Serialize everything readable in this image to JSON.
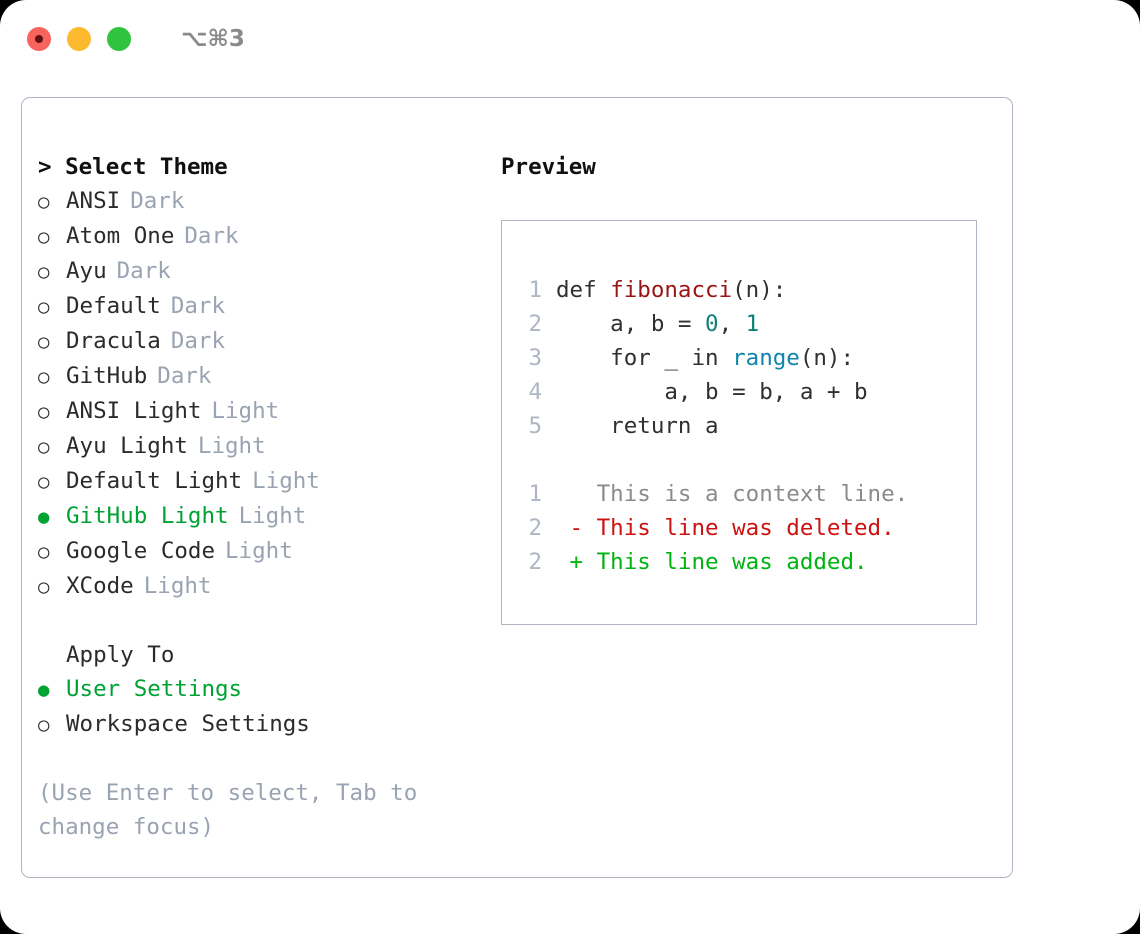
{
  "window": {
    "shortcut": "⌥⌘3",
    "traffic_lights": [
      {
        "name": "close",
        "color": "#f9635e"
      },
      {
        "name": "minimize",
        "color": "#fdb92e"
      },
      {
        "name": "zoom",
        "color": "#2ec440"
      }
    ]
  },
  "theme_picker": {
    "header": "Select Theme",
    "caret": ">",
    "bullet_unselected": "○",
    "bullet_selected": "●",
    "items": [
      {
        "name": "ANSI",
        "tag": "Dark",
        "selected": false
      },
      {
        "name": "Atom One",
        "tag": "Dark",
        "selected": false
      },
      {
        "name": "Ayu",
        "tag": "Dark",
        "selected": false
      },
      {
        "name": "Default",
        "tag": "Dark",
        "selected": false
      },
      {
        "name": "Dracula",
        "tag": "Dark",
        "selected": false
      },
      {
        "name": "GitHub",
        "tag": "Dark",
        "selected": false
      },
      {
        "name": "ANSI Light",
        "tag": "Light",
        "selected": false
      },
      {
        "name": "Ayu Light",
        "tag": "Light",
        "selected": false
      },
      {
        "name": "Default Light",
        "tag": "Light",
        "selected": false
      },
      {
        "name": "GitHub Light",
        "tag": "Light",
        "selected": true
      },
      {
        "name": "Google Code",
        "tag": "Light",
        "selected": false
      },
      {
        "name": "XCode",
        "tag": "Light",
        "selected": false
      }
    ]
  },
  "apply_to": {
    "header": "Apply To",
    "items": [
      {
        "name": "User Settings",
        "selected": true
      },
      {
        "name": "Workspace Settings",
        "selected": false
      }
    ]
  },
  "hint": "(Use Enter to select, Tab to change focus)",
  "preview": {
    "title": "Preview",
    "code_lines": [
      {
        "no": "1",
        "parts": [
          {
            "t": "def ",
            "c": "plain"
          },
          {
            "t": "fibonacci",
            "c": "fn"
          },
          {
            "t": "(n):",
            "c": "plain"
          }
        ]
      },
      {
        "no": "2",
        "parts": [
          {
            "t": "    a, b = ",
            "c": "plain"
          },
          {
            "t": "0",
            "c": "num"
          },
          {
            "t": ", ",
            "c": "plain"
          },
          {
            "t": "1",
            "c": "num"
          }
        ]
      },
      {
        "no": "3",
        "parts": [
          {
            "t": "    for _ in ",
            "c": "plain"
          },
          {
            "t": "range",
            "c": "bi"
          },
          {
            "t": "(n):",
            "c": "plain"
          }
        ]
      },
      {
        "no": "4",
        "parts": [
          {
            "t": "        a, b = b, a + b",
            "c": "plain"
          }
        ]
      },
      {
        "no": "5",
        "parts": [
          {
            "t": "    return a",
            "c": "plain"
          }
        ]
      }
    ],
    "diff_lines": [
      {
        "no": "1",
        "marker": " ",
        "text": "This is a context line.",
        "kind": "ctx"
      },
      {
        "no": "2",
        "marker": "-",
        "text": "This line was deleted.",
        "kind": "del"
      },
      {
        "no": "2",
        "marker": "+",
        "text": "This line was added.",
        "kind": "add"
      }
    ]
  },
  "colors": {
    "selected_green": "#00a233",
    "tag_gray": "#9aa3b2",
    "border": "#aeb6c3",
    "syntax_function": "#9b1515",
    "syntax_number": "#0f8079",
    "syntax_builtin": "#1183ad",
    "diff_context": "#8b8b8b",
    "diff_deleted": "#cc1111",
    "diff_added": "#00b310"
  }
}
